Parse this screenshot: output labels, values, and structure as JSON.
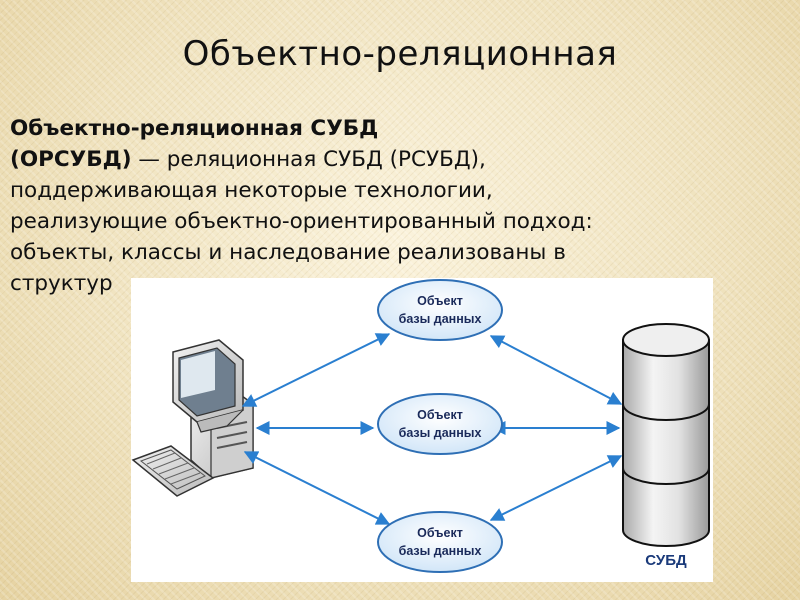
{
  "slide": {
    "title": "Объектно-реляционная"
  },
  "definition": {
    "line1": "Объектно-реляционная СУБД",
    "line2_bold": "(ОРСУБД)",
    "line2_rest": " — реляционная СУБД (РСУБД),",
    "line3": "поддерживающая некоторые технологии,",
    "line4": "реализующие объектно-ориентированный подход:",
    "line5": "объекты, классы и наследование реализованы в",
    "line6": "структур"
  },
  "diagram": {
    "objects": [
      {
        "line1": "Объект",
        "line2": "базы данных"
      },
      {
        "line1": "Объект",
        "line2": "базы данных"
      },
      {
        "line1": "Объект",
        "line2": "базы данных"
      }
    ],
    "dbms_label": "СУБД",
    "colors": {
      "ellipse_fill": "#e4f0fb",
      "ellipse_stroke": "#2e6fb5",
      "arrow": "#2a7fd0",
      "cylinder": "#d6d6d6"
    }
  }
}
